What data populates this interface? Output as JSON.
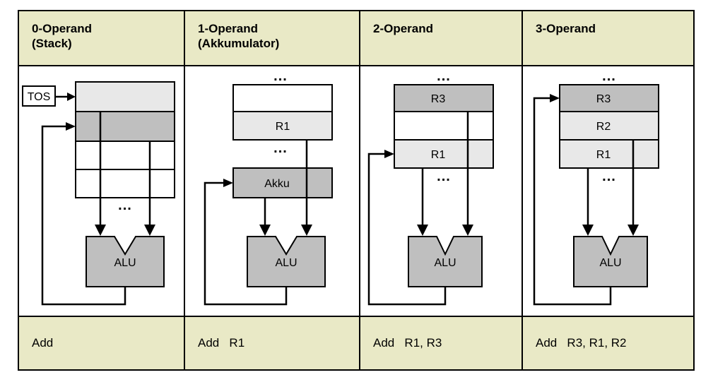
{
  "diagram": {
    "title": "Operand count instruction formats",
    "colors": {
      "header_bg": "#e9e9c6",
      "footer_bg": "#e9e9c6",
      "cell_light": "#e8e8e8",
      "cell_dark": "#bfbfbf",
      "cell_empty": "#ffffff",
      "alu_fill": "#bfbfbf",
      "stroke": "#000000"
    },
    "columns": [
      {
        "id": "zero-operand",
        "header_line1": "0-Operand",
        "header_line2": "(Stack)",
        "pointer_label": "TOS",
        "alu_label": "ALU",
        "ellipsis": "...",
        "storage_kind": "stack",
        "cells": [
          {
            "label": "",
            "shade": "light"
          },
          {
            "label": "",
            "shade": "dark"
          },
          {
            "label": "",
            "shade": "empty"
          },
          {
            "label": "",
            "shade": "empty"
          }
        ],
        "instruction": "Add"
      },
      {
        "id": "one-operand",
        "header_line1": "1-Operand",
        "header_line2": "(Akkumulator)",
        "pointer_label": "",
        "alu_label": "ALU",
        "ellipsis": "...",
        "storage_kind": "register-file",
        "cells": [
          {
            "label": "",
            "shade": "empty"
          },
          {
            "label": "R1",
            "shade": "light"
          }
        ],
        "accumulator_label": "Akku",
        "instruction": "Add   R1"
      },
      {
        "id": "two-operand",
        "header_line1": "2-Operand",
        "header_line2": "",
        "pointer_label": "",
        "alu_label": "ALU",
        "ellipsis": "...",
        "storage_kind": "register-file",
        "cells": [
          {
            "label": "R3",
            "shade": "dark"
          },
          {
            "label": "",
            "shade": "empty"
          },
          {
            "label": "R1",
            "shade": "light"
          }
        ],
        "instruction": "Add   R1, R3"
      },
      {
        "id": "three-operand",
        "header_line1": "3-Operand",
        "header_line2": "",
        "pointer_label": "",
        "alu_label": "ALU",
        "ellipsis": "...",
        "storage_kind": "register-file",
        "cells": [
          {
            "label": "R3",
            "shade": "dark"
          },
          {
            "label": "R2",
            "shade": "light"
          },
          {
            "label": "R1",
            "shade": "light"
          }
        ],
        "instruction": "Add   R3, R1, R2"
      }
    ]
  }
}
